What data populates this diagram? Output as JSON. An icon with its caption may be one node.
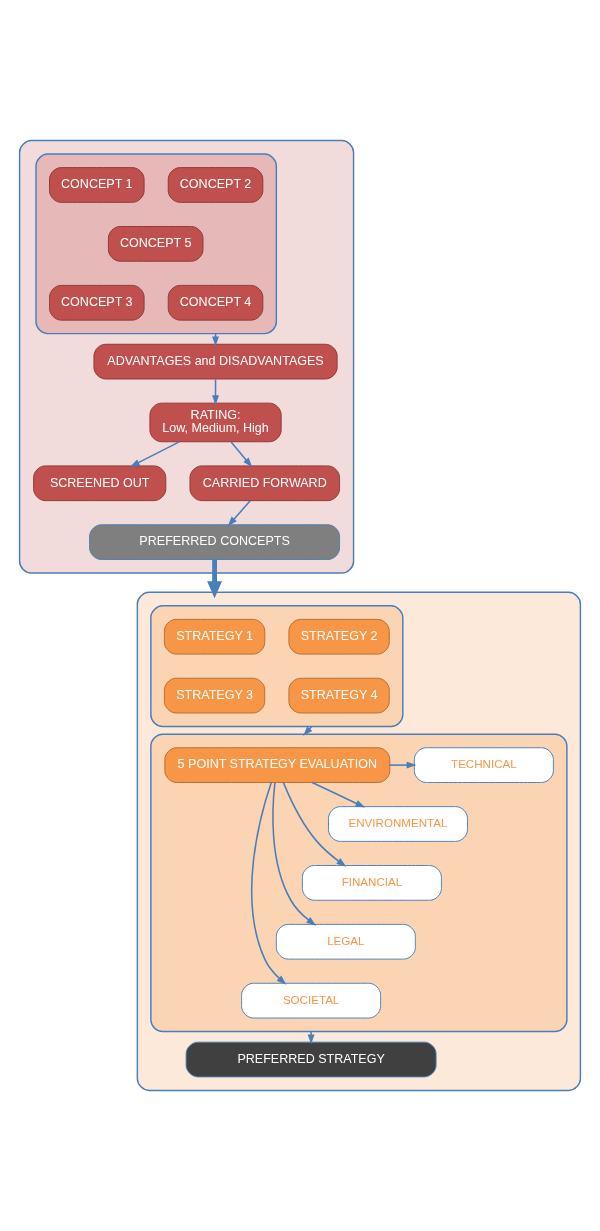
{
  "diagram": {
    "nodes": [
      {
        "text": [],
        "shape": "box"
      },
      {
        "text": [],
        "shape": "box",
        "in": 0
      },
      {
        "text": [
          "CONCEPT 1"
        ],
        "in": 1
      },
      {
        "text": [
          "CONCEPT 2"
        ],
        "in": 1
      },
      {
        "text": [
          "CONCEPT 5"
        ],
        "in": 1
      },
      {
        "text": [
          "CONCEPT 3"
        ],
        "in": 1
      },
      {
        "text": [
          "CONCEPT 4"
        ],
        "in": 1
      },
      {
        "text": [
          "ADVANTAGES and DISADVANTAGES"
        ],
        "in": 0
      },
      {
        "text": [
          "RATING:",
          "Low, Medium, High"
        ],
        "in": 0
      },
      {
        "text": [
          "SCREENED OUT"
        ],
        "in": 0
      },
      {
        "text": [
          "CARRIED FORWARD"
        ],
        "in": 0
      },
      {
        "text": [
          "PREFERRED CONCEPTS"
        ],
        "in": 0
      },
      {
        "text": [],
        "shape": "box"
      },
      {
        "text": [],
        "shape": "box",
        "in": 12
      },
      {
        "text": [
          "STRATEGY 1"
        ],
        "in": 13
      },
      {
        "text": [
          "STRATEGY 2"
        ],
        "in": 13
      },
      {
        "text": [
          "STRATEGY 3"
        ],
        "in": 13
      },
      {
        "text": [
          "STRATEGY 4"
        ],
        "in": 13
      },
      {
        "text": [],
        "shape": "box",
        "in": 12
      },
      {
        "text": [
          "5 POINT STRATEGY EVALUATION"
        ],
        "in": 18
      },
      {
        "text": [
          "TECHNICAL"
        ],
        "in": 18
      },
      {
        "text": [
          "ENVIRONMENTAL"
        ],
        "in": 18
      },
      {
        "text": [
          "FINANCIAL"
        ],
        "in": 18
      },
      {
        "text": [
          "LEGAL"
        ],
        "in": 18
      },
      {
        "text": [
          "SOCIETAL"
        ],
        "in": 18
      },
      {
        "text": [
          "PREFERRED STRATEGY"
        ],
        "in": 12
      }
    ],
    "edges": [
      {
        "from": 1,
        "to": 7,
        "arrow": "to"
      },
      {
        "from": 7,
        "to": 8,
        "arrow": "to"
      },
      {
        "from": 8,
        "to": 9,
        "arrow": "to"
      },
      {
        "from": 8,
        "to": 10,
        "arrow": "to"
      },
      {
        "from": 10,
        "to": 11,
        "arrow": "to"
      },
      {
        "from": 11,
        "to": 12,
        "arrow": "to",
        "style": "thick"
      },
      {
        "from": 13,
        "to": 18,
        "arrow": "to"
      },
      {
        "from": 19,
        "to": 20,
        "arrow": "to"
      },
      {
        "from": 19,
        "to": 21,
        "arrow": "to"
      },
      {
        "from": 19,
        "to": 22,
        "arrow": "to"
      },
      {
        "from": 19,
        "to": 23,
        "arrow": "to"
      },
      {
        "from": 19,
        "to": 24,
        "arrow": "to"
      },
      {
        "from": 18,
        "to": 25,
        "arrow": "to"
      }
    ]
  }
}
